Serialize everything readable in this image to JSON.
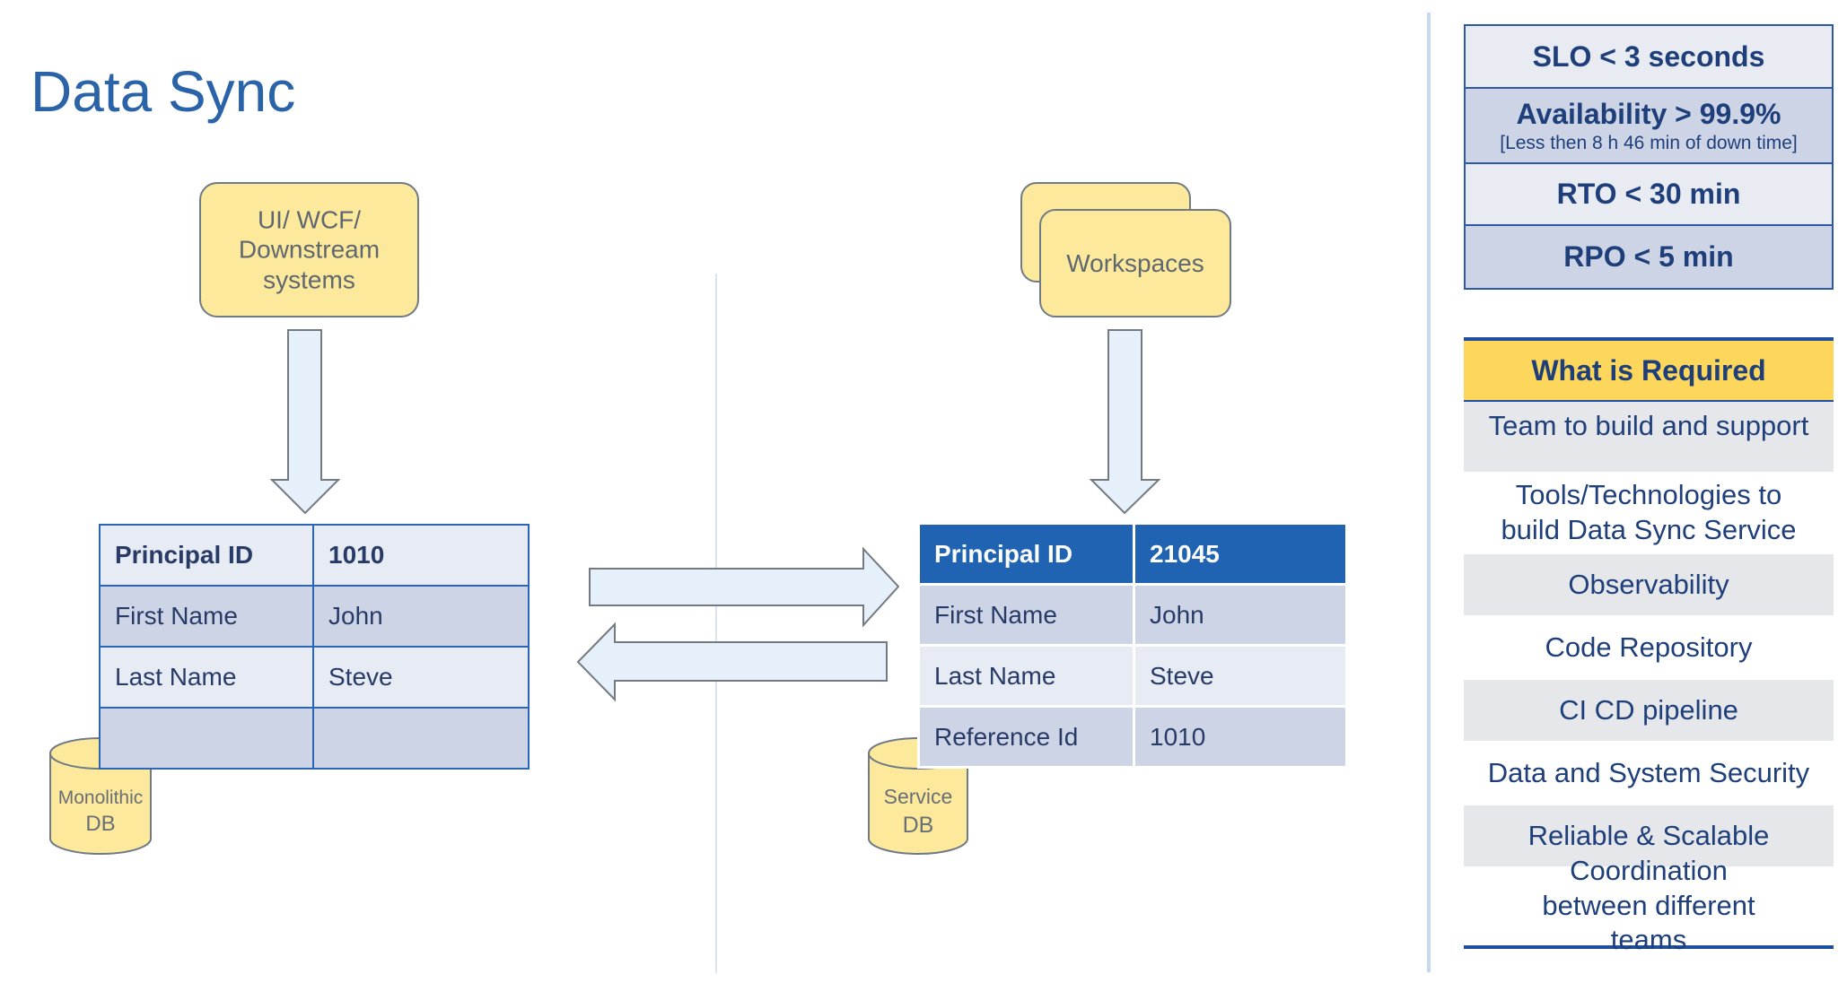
{
  "page": {
    "title": "Data Sync"
  },
  "left": {
    "source_card": "UI/ WCF/ Downstream systems",
    "db_label_line1": "Monolithic",
    "db_label_line2": "DB",
    "table": [
      [
        "Principal ID",
        "1010"
      ],
      [
        "First Name",
        "John"
      ],
      [
        "Last Name",
        "Steve"
      ],
      [
        "",
        ""
      ]
    ]
  },
  "right": {
    "source_card": "Workspaces",
    "db_label_line1": "Service",
    "db_label_line2": "DB",
    "table": [
      [
        "Principal ID",
        "21045"
      ],
      [
        "First Name",
        "John"
      ],
      [
        "Last Name",
        "Steve"
      ],
      [
        "Reference Id",
        "1010"
      ]
    ]
  },
  "targets": {
    "slo": "SLO < 3 seconds",
    "availability": "Availability > 99.9%",
    "availability_note": "[Less then 8 h 46 min of down time]",
    "rto": "RTO < 30 min",
    "rpo": "RPO < 5 min"
  },
  "requirements": {
    "header": "What is Required",
    "items": [
      "Team to build and support",
      "Tools/Technologies to build Data Sync Service",
      "Observability",
      "Code Repository",
      "CI CD pipeline",
      "Data and System Security",
      "Reliable & Scalable",
      "Coordination between different teams"
    ]
  },
  "colors": {
    "title_blue": "#2a63a8",
    "card_yellow": "#fde99b",
    "arrow_fill": "#e6f0fb",
    "header_blue": "#1f63b2",
    "required_yellow": "#fcd75b"
  }
}
